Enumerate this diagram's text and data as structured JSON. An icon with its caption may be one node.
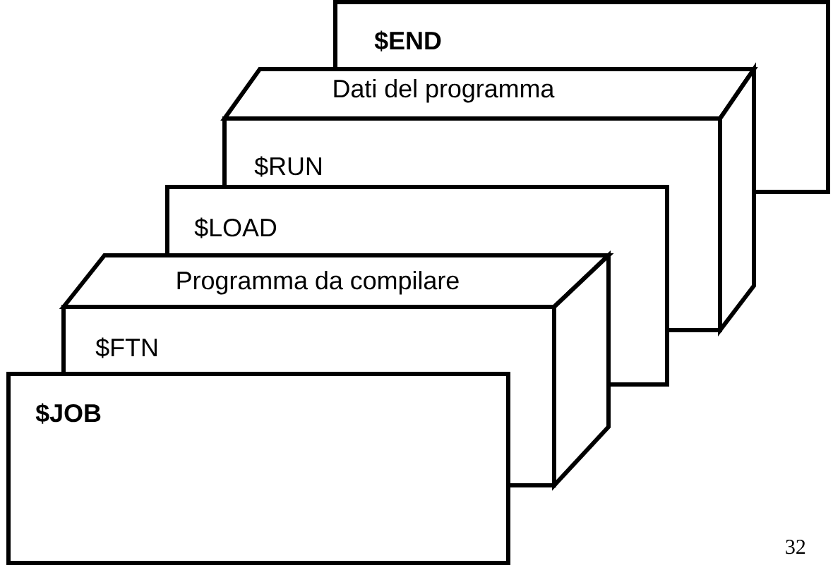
{
  "diagram": {
    "nodes": [
      {
        "text": [
          "$END"
        ]
      },
      {
        "text": [
          "Dati del programma"
        ]
      },
      {
        "text": [
          "$RUN"
        ]
      },
      {
        "text": [
          "$LOAD"
        ]
      },
      {
        "text": [
          "Programma da compilare"
        ]
      },
      {
        "text": [
          "$FTN"
        ]
      },
      {
        "text": [
          "$JOB"
        ]
      }
    ],
    "labels": [
      "32"
    ]
  }
}
